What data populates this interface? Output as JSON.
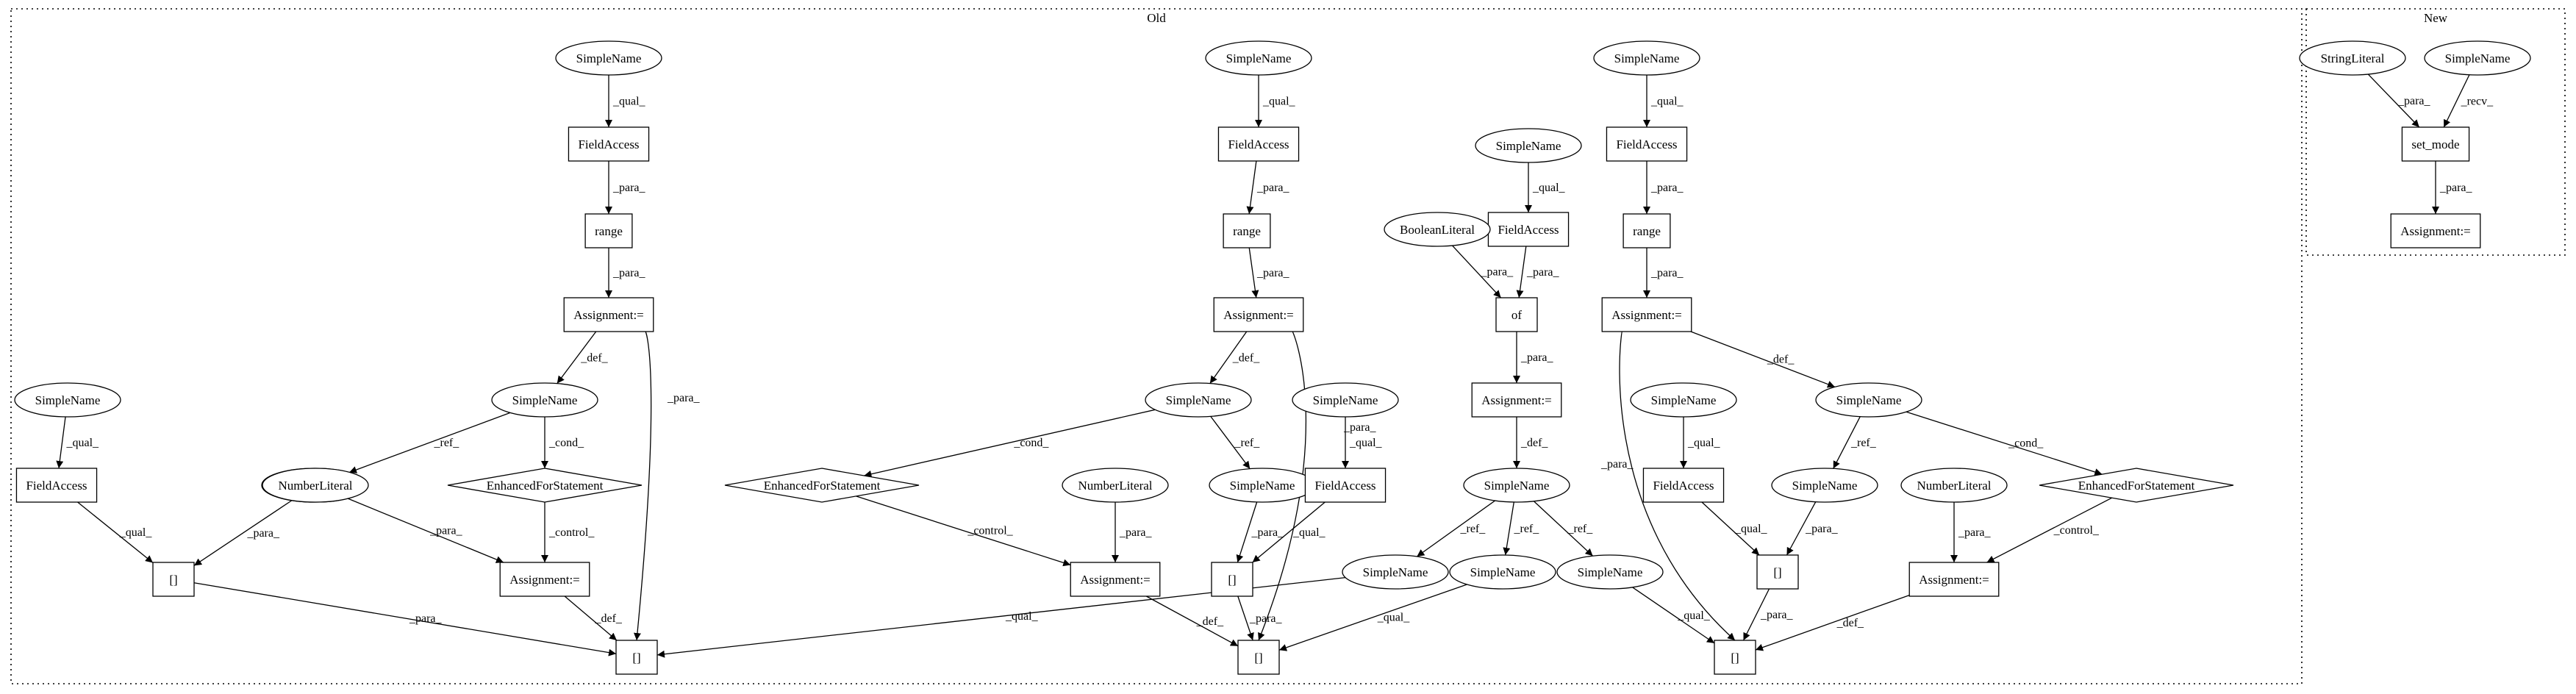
{
  "clusters": [
    {
      "id": "old",
      "label": "Old"
    },
    {
      "id": "new",
      "label": "New"
    }
  ],
  "nodes": [
    {
      "id": "n1",
      "label": "SimpleName",
      "shape": "ellipse"
    },
    {
      "id": "n2",
      "label": "FieldAccess",
      "shape": "box"
    },
    {
      "id": "n3",
      "label": "range",
      "shape": "box"
    },
    {
      "id": "n4",
      "label": "Assignment:=",
      "shape": "box"
    },
    {
      "id": "n5",
      "label": "SimpleName",
      "shape": "ellipse"
    },
    {
      "id": "n6",
      "label": "SimpleName",
      "shape": "ellipse"
    },
    {
      "id": "n7",
      "label": "EnhancedForStatement",
      "shape": "diamond"
    },
    {
      "id": "n8",
      "label": "NumberLiteral",
      "shape": "ellipse"
    },
    {
      "id": "n9",
      "label": "Assignment:=",
      "shape": "box"
    },
    {
      "id": "n10",
      "label": "SimpleName",
      "shape": "ellipse"
    },
    {
      "id": "n11",
      "label": "FieldAccess",
      "shape": "box"
    },
    {
      "id": "n12",
      "label": "[]",
      "shape": "box"
    },
    {
      "id": "n13",
      "label": "[]",
      "shape": "box"
    },
    {
      "id": "m1",
      "label": "SimpleName",
      "shape": "ellipse"
    },
    {
      "id": "m2",
      "label": "FieldAccess",
      "shape": "box"
    },
    {
      "id": "m3",
      "label": "range",
      "shape": "box"
    },
    {
      "id": "m4",
      "label": "Assignment:=",
      "shape": "box"
    },
    {
      "id": "m5",
      "label": "SimpleName",
      "shape": "ellipse"
    },
    {
      "id": "m6",
      "label": "EnhancedForStatement",
      "shape": "diamond"
    },
    {
      "id": "m7",
      "label": "NumberLiteral",
      "shape": "ellipse"
    },
    {
      "id": "m8",
      "label": "Assignment:=",
      "shape": "box"
    },
    {
      "id": "m9",
      "label": "SimpleName",
      "shape": "ellipse"
    },
    {
      "id": "m10",
      "label": "SimpleName",
      "shape": "ellipse"
    },
    {
      "id": "m11",
      "label": "FieldAccess",
      "shape": "box"
    },
    {
      "id": "m12",
      "label": "[]",
      "shape": "box"
    },
    {
      "id": "m13",
      "label": "[]",
      "shape": "box"
    },
    {
      "id": "c1",
      "label": "SimpleName",
      "shape": "ellipse"
    },
    {
      "id": "c2",
      "label": "FieldAccess",
      "shape": "box"
    },
    {
      "id": "c3",
      "label": "BooleanLiteral",
      "shape": "ellipse"
    },
    {
      "id": "c4",
      "label": "of",
      "shape": "box"
    },
    {
      "id": "c5",
      "label": "Assignment:=",
      "shape": "box"
    },
    {
      "id": "c6",
      "label": "SimpleName",
      "shape": "ellipse"
    },
    {
      "id": "c7",
      "label": "SimpleName",
      "shape": "ellipse"
    },
    {
      "id": "c8",
      "label": "SimpleName",
      "shape": "ellipse"
    },
    {
      "id": "c9",
      "label": "SimpleName",
      "shape": "ellipse"
    },
    {
      "id": "r1",
      "label": "SimpleName",
      "shape": "ellipse"
    },
    {
      "id": "r2",
      "label": "FieldAccess",
      "shape": "box"
    },
    {
      "id": "r3",
      "label": "range",
      "shape": "box"
    },
    {
      "id": "r4",
      "label": "Assignment:=",
      "shape": "box"
    },
    {
      "id": "r5",
      "label": "SimpleName",
      "shape": "ellipse"
    },
    {
      "id": "r6",
      "label": "SimpleName",
      "shape": "ellipse"
    },
    {
      "id": "r7",
      "label": "FieldAccess",
      "shape": "box"
    },
    {
      "id": "r8",
      "label": "SimpleName",
      "shape": "ellipse"
    },
    {
      "id": "r9",
      "label": "[]",
      "shape": "box"
    },
    {
      "id": "r10",
      "label": "EnhancedForStatement",
      "shape": "diamond"
    },
    {
      "id": "r11",
      "label": "NumberLiteral",
      "shape": "ellipse"
    },
    {
      "id": "r12",
      "label": "Assignment:=",
      "shape": "box"
    },
    {
      "id": "r13",
      "label": "[]",
      "shape": "box"
    },
    {
      "id": "w1",
      "label": "StringLiteral",
      "shape": "ellipse"
    },
    {
      "id": "w2",
      "label": "SimpleName",
      "shape": "ellipse"
    },
    {
      "id": "w3",
      "label": "set_mode",
      "shape": "box"
    },
    {
      "id": "w4",
      "label": "Assignment:=",
      "shape": "box"
    }
  ],
  "edges": [
    {
      "from": "n1",
      "to": "n2",
      "label": "_qual_"
    },
    {
      "from": "n2",
      "to": "n3",
      "label": "_para_"
    },
    {
      "from": "n3",
      "to": "n4",
      "label": "_para_"
    },
    {
      "from": "n4",
      "to": "n5",
      "label": "_def_"
    },
    {
      "from": "n4",
      "to": "n13",
      "label": "_para_"
    },
    {
      "from": "n5",
      "to": "n6",
      "label": "_ref_"
    },
    {
      "from": "n5",
      "to": "n7",
      "label": "_cond_"
    },
    {
      "from": "n7",
      "to": "n9",
      "label": "_control_"
    },
    {
      "from": "n8",
      "to": "n9",
      "label": "_para_"
    },
    {
      "from": "n10",
      "to": "n11",
      "label": "_qual_"
    },
    {
      "from": "n11",
      "to": "n12",
      "label": "_qual_"
    },
    {
      "from": "n6",
      "to": "n12",
      "label": "_para_"
    },
    {
      "from": "n12",
      "to": "n13",
      "label": "_para_"
    },
    {
      "from": "n9",
      "to": "n13",
      "label": "_def_"
    },
    {
      "from": "m1",
      "to": "m2",
      "label": "_qual_"
    },
    {
      "from": "m2",
      "to": "m3",
      "label": "_para_"
    },
    {
      "from": "m3",
      "to": "m4",
      "label": "_para_"
    },
    {
      "from": "m4",
      "to": "m5",
      "label": "_def_"
    },
    {
      "from": "m4",
      "to": "m13",
      "label": "_para_"
    },
    {
      "from": "m5",
      "to": "m6",
      "label": "_cond_"
    },
    {
      "from": "m5",
      "to": "m10",
      "label": "_ref_"
    },
    {
      "from": "m6",
      "to": "m8",
      "label": "_control_"
    },
    {
      "from": "m7",
      "to": "m8",
      "label": "_para_"
    },
    {
      "from": "m9",
      "to": "m11",
      "label": "_qual_"
    },
    {
      "from": "m10",
      "to": "m12",
      "label": "_para_"
    },
    {
      "from": "m11",
      "to": "m12",
      "label": "_qual_"
    },
    {
      "from": "m8",
      "to": "m13",
      "label": "_def_"
    },
    {
      "from": "m12",
      "to": "m13",
      "label": "_para_"
    },
    {
      "from": "c1",
      "to": "c2",
      "label": "_qual_"
    },
    {
      "from": "c3",
      "to": "c4",
      "label": "_para_"
    },
    {
      "from": "c2",
      "to": "c4",
      "label": "_para_"
    },
    {
      "from": "c4",
      "to": "c5",
      "label": "_para_"
    },
    {
      "from": "c5",
      "to": "c6",
      "label": "_def_"
    },
    {
      "from": "c6",
      "to": "c7",
      "label": "_ref_"
    },
    {
      "from": "c6",
      "to": "c8",
      "label": "_ref_"
    },
    {
      "from": "c6",
      "to": "c9",
      "label": "_ref_"
    },
    {
      "from": "c7",
      "to": "n13",
      "label": "_qual_"
    },
    {
      "from": "c8",
      "to": "m13",
      "label": "_qual_"
    },
    {
      "from": "c9",
      "to": "r13",
      "label": "_qual_"
    },
    {
      "from": "r1",
      "to": "r2",
      "label": "_qual_"
    },
    {
      "from": "r2",
      "to": "r3",
      "label": "_para_"
    },
    {
      "from": "r3",
      "to": "r4",
      "label": "_para_"
    },
    {
      "from": "r4",
      "to": "r5",
      "label": "_def_"
    },
    {
      "from": "r4",
      "to": "r13",
      "label": "_para_"
    },
    {
      "from": "r5",
      "to": "r8",
      "label": "_ref_"
    },
    {
      "from": "r5",
      "to": "r10",
      "label": "_cond_"
    },
    {
      "from": "r6",
      "to": "r7",
      "label": "_qual_"
    },
    {
      "from": "r7",
      "to": "r9",
      "label": "_qual_"
    },
    {
      "from": "r8",
      "to": "r9",
      "label": "_para_"
    },
    {
      "from": "r9",
      "to": "r13",
      "label": "_para_"
    },
    {
      "from": "r10",
      "to": "r12",
      "label": "_control_"
    },
    {
      "from": "r11",
      "to": "r12",
      "label": "_para_"
    },
    {
      "from": "r12",
      "to": "r13",
      "label": "_def_"
    },
    {
      "from": "w1",
      "to": "w3",
      "label": "_para_"
    },
    {
      "from": "w2",
      "to": "w3",
      "label": "_recv_"
    },
    {
      "from": "w3",
      "to": "w4",
      "label": "_para_"
    }
  ]
}
